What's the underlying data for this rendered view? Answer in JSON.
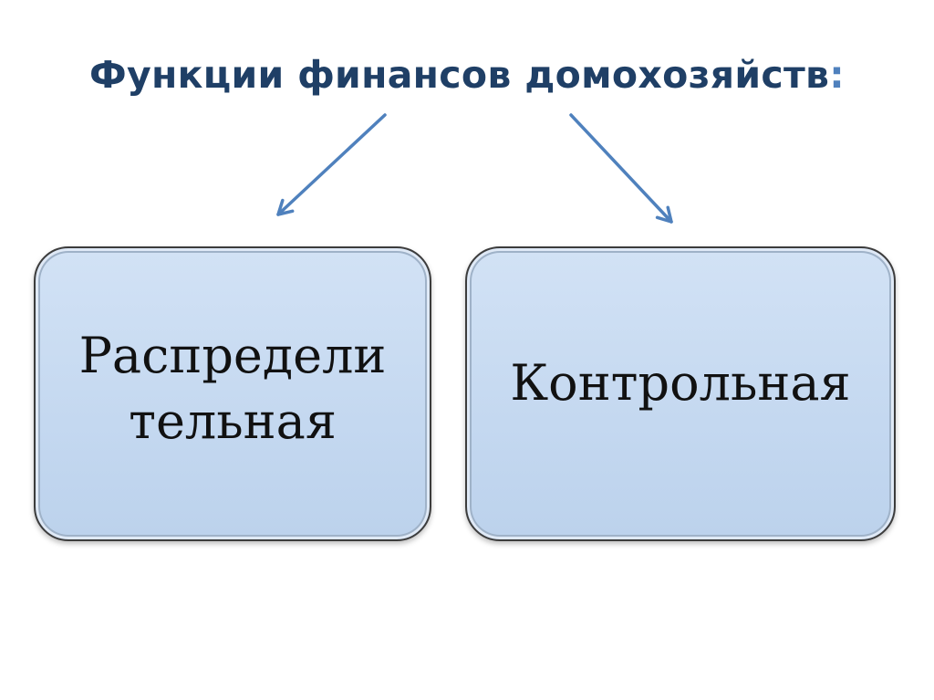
{
  "diagram": {
    "title": "Функции финансов домохозяйств",
    "title_colon": ":",
    "colors": {
      "title": "#1f3f66",
      "arrow": "#4f81bd",
      "box_fill": "#c6d9f1",
      "box_border": "#3c3c3c"
    },
    "boxes": [
      {
        "line1": "Распредели",
        "line2": "тельная"
      },
      {
        "line1": "Контрольная"
      }
    ]
  }
}
